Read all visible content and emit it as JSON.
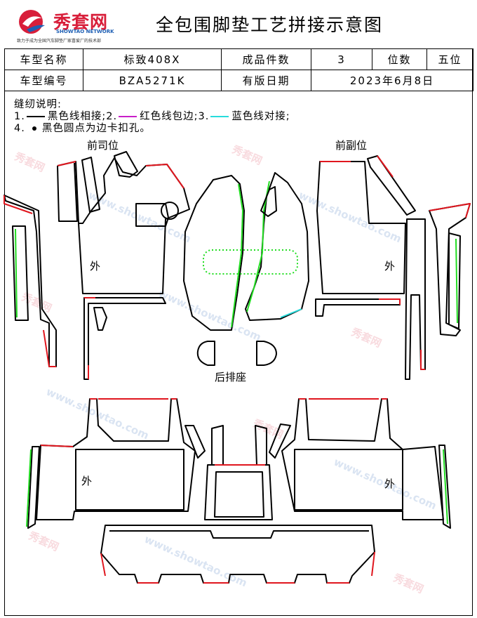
{
  "header": {
    "logo_text": "秀套网",
    "logo_en": "SHOWTAO NETWORK",
    "logo_slogan": "致力于成为全国汽车脚垫厂家喜爱厂的技术部",
    "title": "全包围脚垫工艺拼接示意图"
  },
  "info_table": {
    "row1": {
      "label1": "车型名称",
      "value1": "标致408X",
      "label2": "成品件数",
      "value2": "3",
      "label3": "位数",
      "value3": "五位"
    },
    "row2": {
      "label1": "车型编号",
      "value1": "BZA5271K",
      "label2": "有版日期",
      "value2": "2023年6月8日"
    }
  },
  "legend": {
    "heading": "缝纫说明:",
    "item1_prefix": "1.",
    "item1_text": "黑色线相接;",
    "item2_prefix": "2.",
    "item2_text": "红色线包边;",
    "item3_prefix": "3.",
    "item3_text": "蓝色线对接;",
    "item4_prefix": "4.",
    "item4_text": "黑色圆点为边卡扣孔。"
  },
  "labels": {
    "front_driver": "前司位",
    "front_passenger": "前副位",
    "rear_seat": "后排座",
    "outer": "外"
  },
  "colors": {
    "black_line": "#000000",
    "red_line": "#e0161e",
    "purple_line": "#c81ec8",
    "cyan_line": "#28dcdc",
    "green_line": "#22dd22"
  },
  "watermark": {
    "text1": "秀套网",
    "text2": "www.showtao.com"
  }
}
